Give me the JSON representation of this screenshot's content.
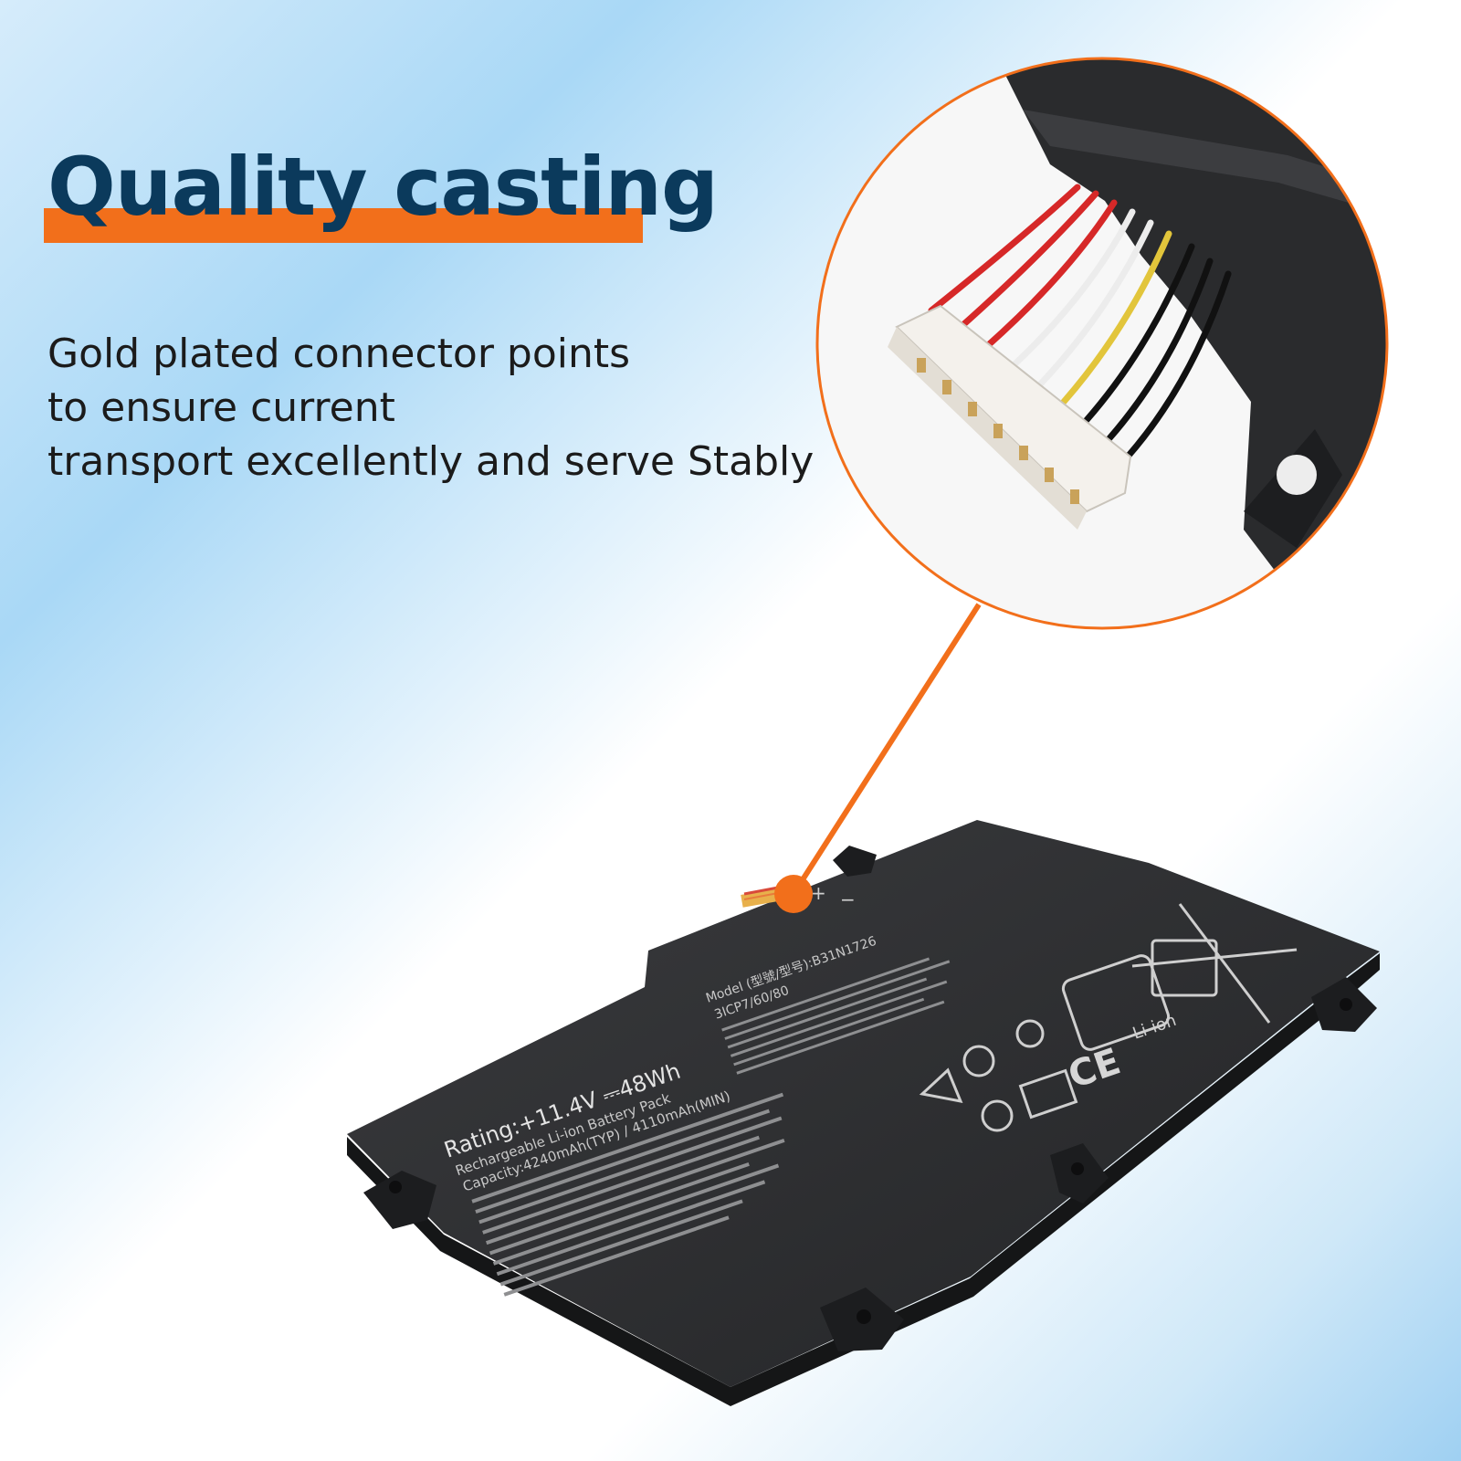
{
  "heading": {
    "title": "Quality casting"
  },
  "description": {
    "lines": [
      "Gold plated connector points",
      "to ensure current",
      "transport excellently and serve Stably"
    ]
  },
  "battery_label": {
    "model": "Model (型號/型号):B31N1726",
    "cell": "3ICP7/60/80",
    "rating": "Rating:+11.4V ⎓48Wh",
    "pack": "Rechargeable Li-ion Battery Pack",
    "capacity": "Capacity:4240mAh(TYP) / 4110mAh(MIN)",
    "li_ion": "Li-ion",
    "ce": "CE"
  },
  "colors": {
    "accent": "#f26f1b",
    "title": "#0b3a5c",
    "battery": "#2b2c2e"
  }
}
